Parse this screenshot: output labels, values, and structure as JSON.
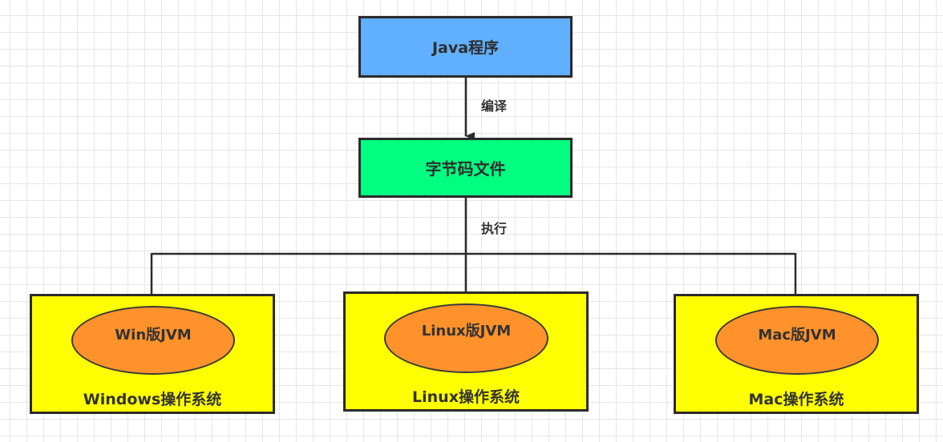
{
  "diagram": {
    "nodes": {
      "java_program": {
        "label": "Java程序",
        "color": "#61afff"
      },
      "bytecode": {
        "label": "字节码文件",
        "color": "#00ff80"
      }
    },
    "edges": {
      "compile": "编译",
      "execute": "执行"
    },
    "platforms": [
      {
        "jvm": "Win版JVM",
        "os": "Windows操作系统"
      },
      {
        "jvm": "Linux版JVM",
        "os": "Linux操作系统"
      },
      {
        "jvm": "Mac版JVM",
        "os": "Mac操作系统"
      }
    ],
    "colors": {
      "os_box": "#ffff00",
      "jvm": "#ff922b",
      "stroke": "#2b2b2b"
    }
  }
}
